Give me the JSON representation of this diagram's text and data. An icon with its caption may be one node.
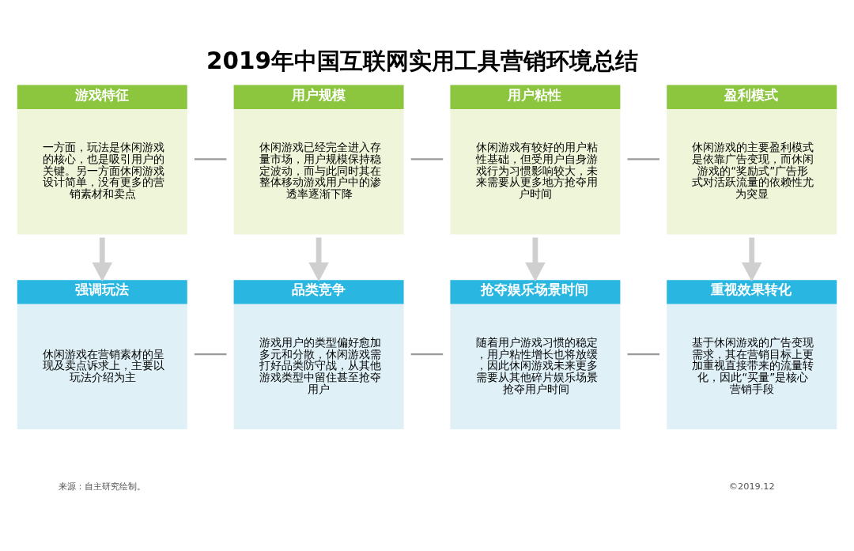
{
  "diagram": {
    "title": "2019年中国互联网实用工具营销环境总结",
    "nodes": [
      {
        "text": [
          "游戏特征",
          "一方面，玩法是休闲游戏的核心，也是吸引用户的关键。另一方面休闲游戏设计简单，没有更多的营销素材和卖点"
        ]
      },
      {
        "text": [
          "用户规模",
          "休闲游戏已经完全进入存量市场，用户规模保持稳定波动，而与此同时其在整体移动游戏用户中的渗透率逐渐下降"
        ]
      },
      {
        "text": [
          "用户粘性",
          "休闲游戏有较好的用户粘性基础，但受用户自身游戏行为习惯影响较大，未来需要从更多地方抢夺用户时间"
        ]
      },
      {
        "text": [
          "盈利模式",
          "休闲游戏的主要盈利模式是依靠广告变现，而休闲游戏的“奖励式”广告形式对活跃流量的依赖性尤为突显"
        ]
      },
      {
        "text": [
          "强调玩法",
          "休闲游戏在营销素材的呈现及卖点诉求上，主要以玩法介绍为主"
        ]
      },
      {
        "text": [
          "品类竞争",
          "游戏用户的类型偏好愈加多元和分散，休闲游戏需打好品类防守战，从其他游戏类型中留住甚至抢夺用户"
        ]
      },
      {
        "text": [
          "抢夺娱乐场景时间",
          "随着用户游戏习惯的稳定，用户粘性增长也将放缓，因此休闲游戏未来更多需要从其他碎片娱乐场景抢夺用户时间"
        ]
      },
      {
        "text": [
          "重视效果转化",
          "基于休闲游戏的广告变现需求，其在营销目标上更加重视直接带来的流量转化，因此“买量”是核心营销手段"
        ]
      }
    ],
    "edges": [
      {
        "from": 0,
        "to": 1,
        "arrow": "none"
      },
      {
        "from": 1,
        "to": 2,
        "arrow": "none"
      },
      {
        "from": 2,
        "to": 3,
        "arrow": "none"
      },
      {
        "from": 0,
        "to": 4,
        "arrow": "to",
        "style": "thick"
      },
      {
        "from": 1,
        "to": 5,
        "arrow": "to",
        "style": "thick"
      },
      {
        "from": 2,
        "to": 6,
        "arrow": "to",
        "style": "thick"
      },
      {
        "from": 3,
        "to": 7,
        "arrow": "to",
        "style": "thick"
      },
      {
        "from": 4,
        "to": 5,
        "arrow": "none"
      },
      {
        "from": 5,
        "to": 6,
        "arrow": "none"
      },
      {
        "from": 6,
        "to": 7,
        "arrow": "none"
      }
    ],
    "labels": [
      "来源：自主研究绘制。",
      "©2019.12"
    ]
  }
}
